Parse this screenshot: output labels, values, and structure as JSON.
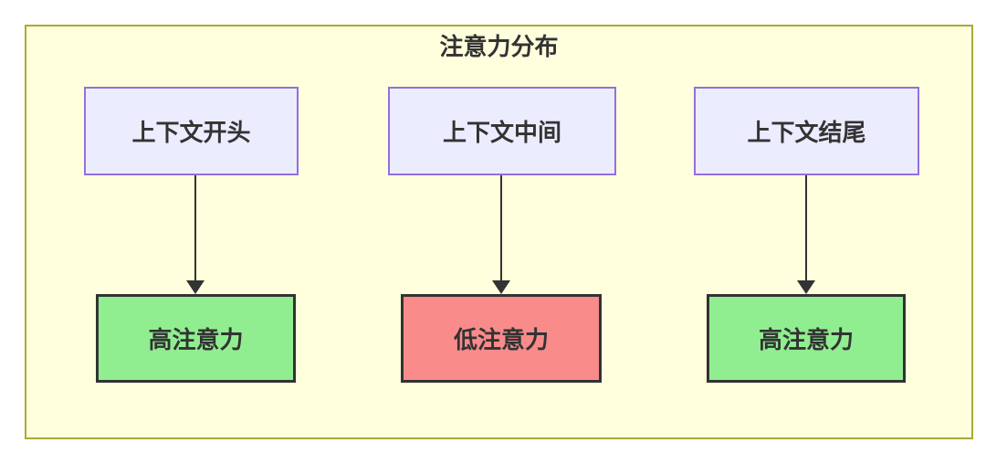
{
  "diagram": {
    "title": "注意力分布",
    "columns": [
      {
        "source": "上下文开头",
        "target": "高注意力",
        "attention": "high"
      },
      {
        "source": "上下文中间",
        "target": "低注意力",
        "attention": "low"
      },
      {
        "source": "上下文结尾",
        "target": "高注意力",
        "attention": "high"
      }
    ],
    "colors": {
      "container_fill": "#FFFFDE",
      "container_border": "#AAAA33",
      "source_fill": "#ECECFF",
      "source_border": "#9370DB",
      "high_fill": "#90EE90",
      "low_fill": "#F98B8B",
      "target_border": "#333333",
      "arrow": "#333333",
      "text": "#333333"
    }
  }
}
